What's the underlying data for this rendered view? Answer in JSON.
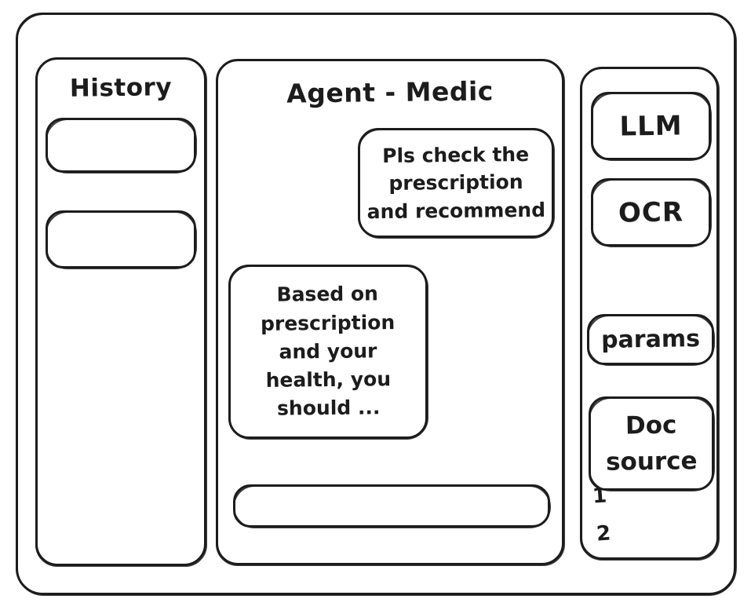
{
  "window": {
    "name": "app-window"
  },
  "history": {
    "title": "History",
    "items": [
      {
        "label": ""
      },
      {
        "label": ""
      }
    ]
  },
  "chat": {
    "title": "Agent - Medic",
    "messages": [
      {
        "role": "user",
        "text": "Pls check the\nprescription\nand recommend"
      },
      {
        "role": "agent",
        "text": "Based on\nprescription\nand your\nhealth, you\nshould ..."
      }
    ],
    "composer": {
      "value": "",
      "placeholder": ""
    }
  },
  "tools": {
    "buttons": [
      {
        "label": "LLM",
        "name": "llm"
      },
      {
        "label": "OCR",
        "name": "ocr"
      },
      {
        "label": "params",
        "name": "params"
      },
      {
        "label": "Doc\nsource",
        "name": "doc-source"
      }
    ],
    "doc_sources": [
      {
        "label": "1"
      },
      {
        "label": "2"
      }
    ]
  },
  "colors": {
    "ink": "#1c1c1c",
    "paper": "#ffffff"
  }
}
